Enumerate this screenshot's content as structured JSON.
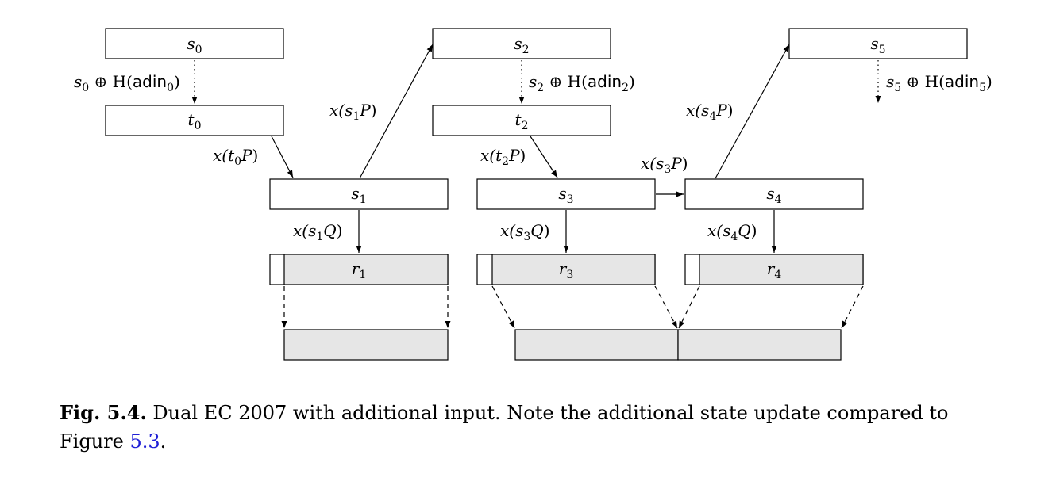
{
  "diagram": {
    "states": {
      "s0": {
        "base": "s",
        "sub": "0"
      },
      "t0": {
        "base": "t",
        "sub": "0"
      },
      "s1": {
        "base": "s",
        "sub": "1"
      },
      "s2": {
        "base": "s",
        "sub": "2"
      },
      "t2": {
        "base": "t",
        "sub": "2"
      },
      "s3": {
        "base": "s",
        "sub": "3"
      },
      "s4": {
        "base": "s",
        "sub": "4"
      },
      "s5": {
        "base": "s",
        "sub": "5"
      },
      "r1": {
        "base": "r",
        "sub": "1"
      },
      "r3": {
        "base": "r",
        "sub": "3"
      },
      "r4": {
        "base": "r",
        "sub": "4"
      }
    },
    "edge_labels": {
      "adin0": {
        "pre": "s",
        "presub": "0",
        "op": " ⊕ H(",
        "fn": "adin",
        "fnsub": "0",
        "post": ")"
      },
      "adin2": {
        "pre": "s",
        "presub": "2",
        "op": " ⊕ H(",
        "fn": "adin",
        "fnsub": "2",
        "post": ")"
      },
      "adin5": {
        "pre": "s",
        "presub": "5",
        "op": " ⊕ H(",
        "fn": "adin",
        "fnsub": "5",
        "post": ")"
      },
      "xt0P": {
        "a": "x(",
        "b": "t",
        "bsub": "0",
        "c": "P",
        "d": ")"
      },
      "xs1P": {
        "a": "x(",
        "b": "s",
        "bsub": "1",
        "c": "P",
        "d": ")"
      },
      "xs1Q": {
        "a": "x(",
        "b": "s",
        "bsub": "1",
        "c": "Q",
        "d": ")"
      },
      "xt2P": {
        "a": "x(",
        "b": "t",
        "bsub": "2",
        "c": "P",
        "d": ")"
      },
      "xs3Q": {
        "a": "x(",
        "b": "s",
        "bsub": "3",
        "c": "Q",
        "d": ")"
      },
      "xs3P": {
        "a": "x(",
        "b": "s",
        "bsub": "3",
        "c": "P",
        "d": ")"
      },
      "xs4P": {
        "a": "x(",
        "b": "s",
        "bsub": "4",
        "c": "P",
        "d": ")"
      },
      "xs4Q": {
        "a": "x(",
        "b": "s",
        "bsub": "4",
        "c": "Q",
        "d": ")"
      }
    },
    "colors": {
      "output_fill": "#e6e6e6",
      "stroke": "#000000",
      "ref_link": "#1f1fd6"
    }
  },
  "caption": {
    "label": "Fig. 5.4.",
    "text_before": " Dual EC 2007 with additional input. Note the additional state update compared to Figure ",
    "ref": "5.3",
    "text_after": "."
  }
}
